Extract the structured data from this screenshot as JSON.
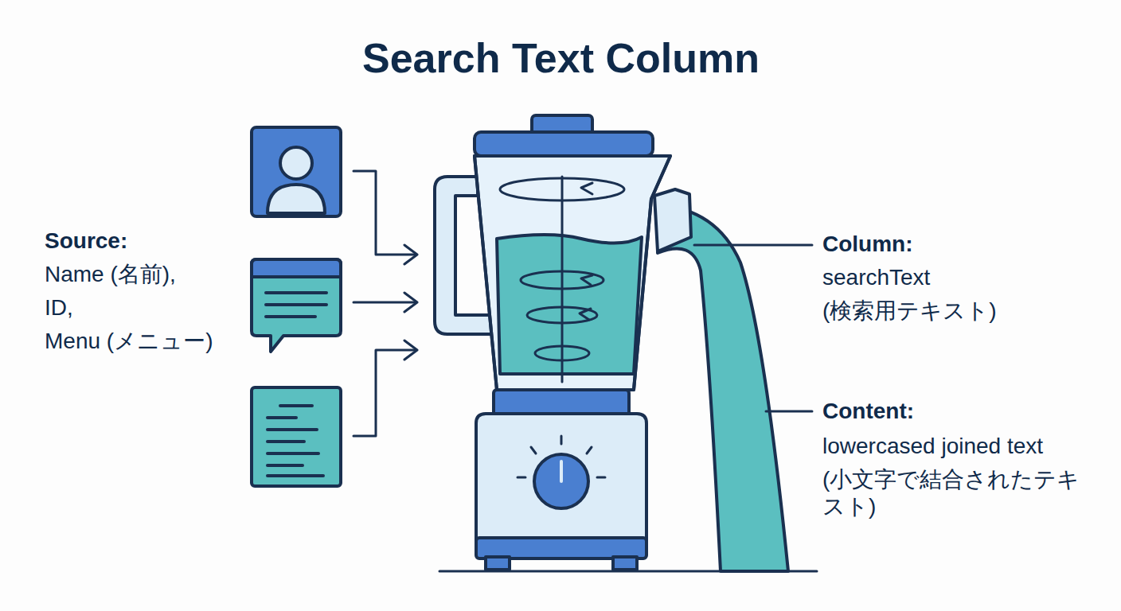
{
  "diagram": {
    "title": "Search Text Column",
    "labels": [
      "Source:",
      "Name (名前),",
      "ID,",
      "Menu (メニュー)",
      "Column:",
      "searchText",
      "(検索用テキスト)",
      "Content:",
      "lowercased joined text",
      "(小文字で結合されたテキスト)"
    ]
  }
}
